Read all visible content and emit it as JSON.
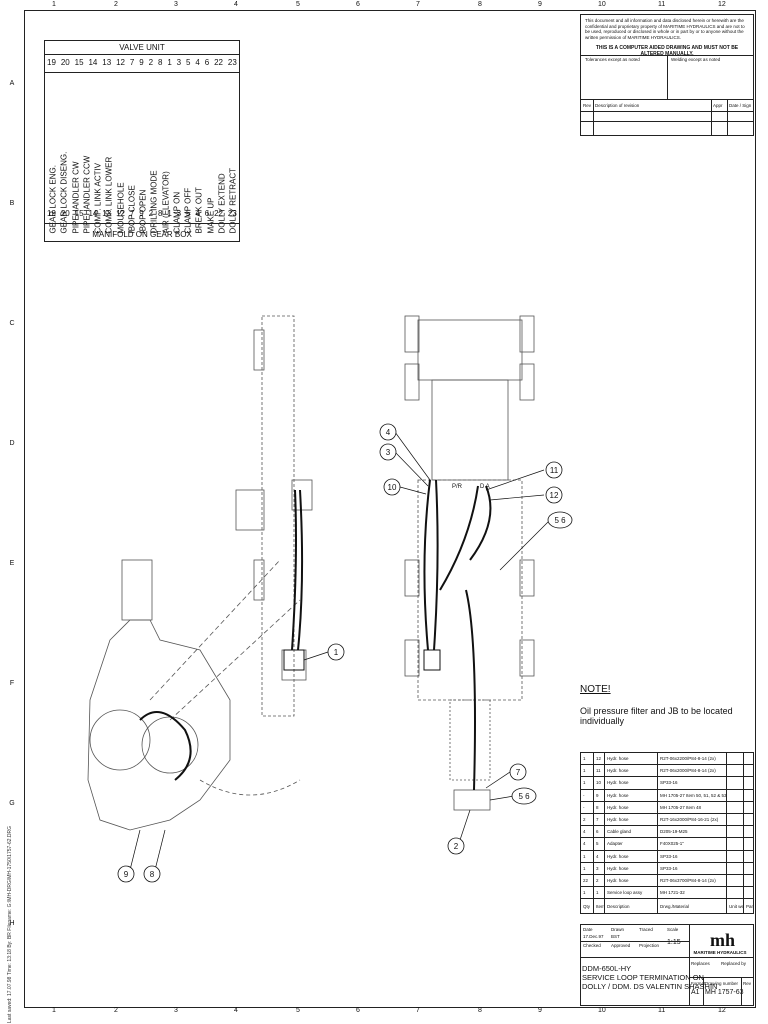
{
  "border_zones": {
    "top": [
      "1",
      "2",
      "3",
      "4",
      "5",
      "6",
      "7",
      "8",
      "9",
      "10",
      "11",
      "12"
    ],
    "bottom": [
      "1",
      "2",
      "3",
      "4",
      "5",
      "6",
      "7",
      "8",
      "9",
      "10",
      "11",
      "12"
    ],
    "side": [
      "A",
      "B",
      "C",
      "D",
      "E",
      "F",
      "G",
      "H"
    ]
  },
  "valve_unit": {
    "title": "VALVE UNIT",
    "bottom_title": "MANIFOLD ON GEAR BOX",
    "ports": [
      "19",
      "20",
      "15",
      "14",
      "13",
      "12",
      "7",
      "9",
      "2",
      "8",
      "1",
      "3",
      "5",
      "4",
      "6",
      "22",
      "23"
    ],
    "functions": [
      "GEAR LOCK ENG.",
      "GEAR LOCK DISENG.",
      "PIPEHANDLER CW",
      "PIPEHANDLER CCW",
      "COMP. LINK ACTIV",
      "COMP. LINK LOWER",
      "MOUSEHOLE",
      "IBOP CLOSE",
      "IBOP OPEN",
      "DRILLING MODE",
      "AIR (ELEVATOR)",
      "CLAMP ON",
      "CLAMP OFF",
      "BREAK OUT",
      "MAKE UP",
      "DOLLY EXTEND",
      "DOLLY RETRACT"
    ]
  },
  "top_block": {
    "disclaimer": "This document and all information and data disclosed herein or herewith are the confidential and proprietary property of MARITIME HYDRAULICS and are not to be used, reproduced or disclosed in whole or in part by or to anyone without the written permission of MARITIME HYDRAULICS.",
    "warning": "THIS IS A COMPUTER AIDED DRAWING AND MUST NOT BE ALTERED MANUALLY.",
    "tolerances": "Tolerances except as noted",
    "welding": "Welding except as noted",
    "rev": "Rev",
    "description_of_revision": "Description of revision",
    "appr": "Appr",
    "date_sign": "Date / Sign"
  },
  "callouts": [
    "4",
    "3",
    "10",
    "11",
    "12",
    "5 6",
    "1",
    "7",
    "5 6",
    "2",
    "9",
    "8"
  ],
  "labels": {
    "pr": "P/R",
    "da": "D A"
  },
  "note": {
    "title": "NOTE!",
    "text": "Oil pressure filter and JB to be located individually"
  },
  "bom": {
    "rows": [
      {
        "qty": "1",
        "item": "12",
        "desc": "Hydr. hose",
        "drawing": "R2T-06x2200/P84-8-14 (2x)"
      },
      {
        "qty": "1",
        "item": "11",
        "desc": "Hydr. hose",
        "drawing": "R2T-06x2000/P84-8-14 (2x)"
      },
      {
        "qty": "1",
        "item": "10",
        "desc": "Hydr. hose",
        "drawing": "SP33-16"
      },
      {
        "qty": "-",
        "item": "9",
        "desc": "Hydr. hose",
        "drawing": "MH 1705-27 Item 50, 51, 52 & 53"
      },
      {
        "qty": "-",
        "item": "8",
        "desc": "Hydr. hose",
        "drawing": "MH 1705-27 Item 48"
      },
      {
        "qty": "2",
        "item": "7",
        "desc": "Hydr. hose",
        "drawing": "R2T-16x2000/P84-16-21 (2x)"
      },
      {
        "qty": "4",
        "item": "6",
        "desc": "Cable gland",
        "drawing": "D205-19-M25"
      },
      {
        "qty": "4",
        "item": "5",
        "desc": "Adapter",
        "drawing": "F40X025-1\""
      },
      {
        "qty": "1",
        "item": "4",
        "desc": "Hydr. hose",
        "drawing": "SP33-16"
      },
      {
        "qty": "1",
        "item": "3",
        "desc": "Hydr. hose",
        "drawing": "SP33-16"
      },
      {
        "qty": "22",
        "item": "2",
        "desc": "Hydr. hose",
        "drawing": "R2T-06x3700/P84-8-14 (2x)"
      },
      {
        "qty": "1",
        "item": "1",
        "desc": "Service loop assy",
        "drawing": "MH 1721-32"
      }
    ],
    "header": {
      "qty": "Qty",
      "item": "Item",
      "desc": "Description",
      "drawing": "Drwg./Material",
      "unit": "Unit weight",
      "part": "Part number"
    }
  },
  "title_block": {
    "date_label": "Date",
    "date": "17.Dec.97",
    "drawn_label": "Drawn",
    "drawn": "BST",
    "traced_label": "Traced",
    "scale_label": "Scale",
    "scale": "1:15",
    "checked_label": "Checked",
    "approved_label": "Approved",
    "projection_label": "Projection",
    "replaces": "Replaces",
    "replaced_by": "Replaced by",
    "company": "MARITIME HYDRAULICS",
    "title_lines": [
      "DDM-650L-HY",
      "SERVICE LOOP TERMINATION ON",
      "DOLLY / DDM. DS VALENTIN SHASHIN"
    ],
    "format_label": "Format",
    "format": "A1",
    "drawing_number_label": "Drawing number",
    "drawing_number": "MH 1757-63",
    "rev_label": "Rev"
  },
  "side_stamp": "Last saved: 17.07.98  Time: 13:18  By: BR  Filename: G:\\MH-DRG\\MH-1750\\1757-62.DRG"
}
